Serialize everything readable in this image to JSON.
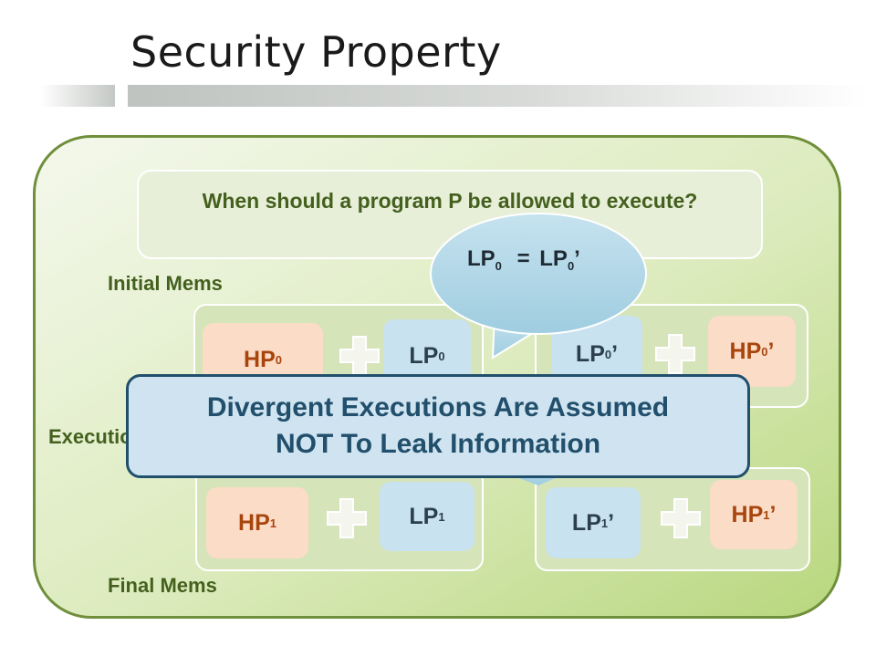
{
  "slide": {
    "title": "Security Property",
    "question": "When should a program P be allowed to execute?"
  },
  "labels": {
    "initial_mems": "Initial Mems",
    "executions": "Executions",
    "final_mems": "Final Mems"
  },
  "memories": {
    "initial_left": {
      "hp": "HP",
      "hp_sub": "0",
      "hp_prime": "",
      "lp": "LP",
      "lp_sub": "0",
      "lp_prime": ""
    },
    "initial_right": {
      "lp": "LP",
      "lp_sub": "0",
      "lp_prime": "’",
      "hp": "HP",
      "hp_sub": "0",
      "hp_prime": "’"
    },
    "final_left": {
      "hp": "HP",
      "hp_sub": "1",
      "hp_prime": "",
      "lp": "LP",
      "lp_sub": "1",
      "lp_prime": ""
    },
    "final_right": {
      "lp": "LP",
      "lp_sub": "1",
      "lp_prime": "’",
      "hp": "HP",
      "hp_sub": "1",
      "hp_prime": "’"
    }
  },
  "callout": {
    "left": "LP",
    "left_sub": "0",
    "op": "=",
    "right": "LP",
    "right_sub": "0",
    "right_prime": "’"
  },
  "banner": {
    "line1": "Divergent Executions Are Assumed",
    "line2": "NOT To Leak Information"
  },
  "colors": {
    "panel_border": "#6f8f3a",
    "label_text": "#44601e",
    "hp_fill": "#fbdcc7",
    "hp_text": "#a8450d",
    "lp_fill": "#c9e2ef",
    "banner_border": "#214f6c",
    "banner_text": "#214f6c"
  },
  "icons": [
    "plus-icon"
  ]
}
